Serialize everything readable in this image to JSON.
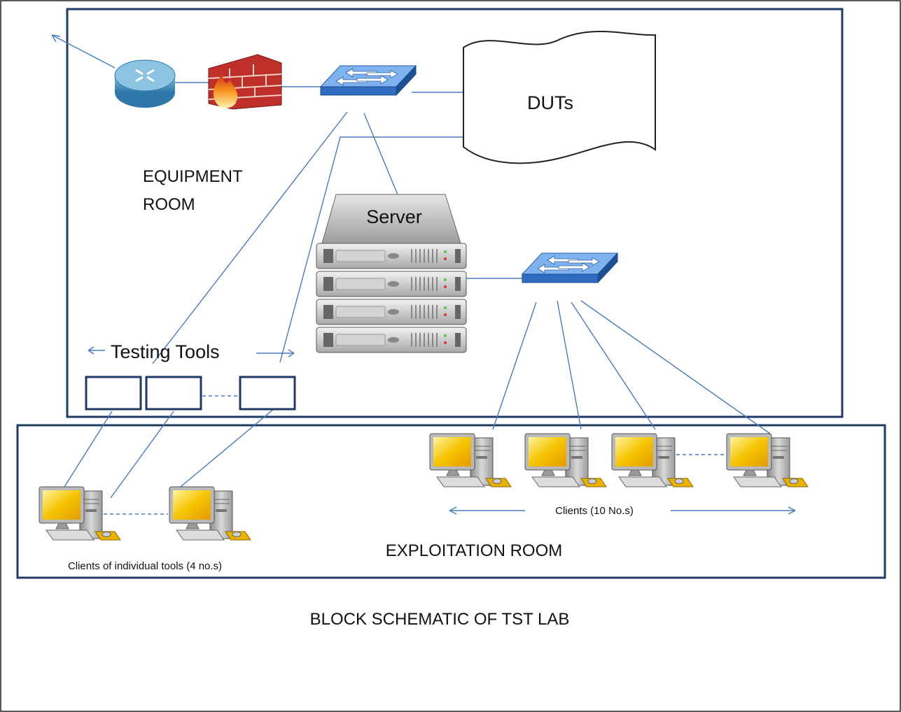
{
  "labels": {
    "equipment_room_line1": "EQUIPMENT",
    "equipment_room_line2": "ROOM",
    "duts": "DUTs",
    "server": "Server",
    "testing_tools": "Testing Tools",
    "clients_10": "Clients (10 No.s)",
    "clients_tools": "Clients of individual tools (4 no.s)",
    "exploitation_room": "EXPLOITATION ROOM",
    "title": "BLOCK SCHEMATIC OF TST LAB"
  },
  "colors": {
    "frame": "#1f3864",
    "link": "#4a7ab8",
    "switch_top": "#6fa6e6",
    "switch_side": "#1f5fb0",
    "router": "#3f8fbf",
    "firewall_brick": "#d0342c",
    "flame": "#f39a1e",
    "monitor_screen": "#f5c400",
    "server_body": "#c8c8c8"
  },
  "icons": {
    "router": "router-icon",
    "firewall": "firewall-icon",
    "switch": "network-switch-icon",
    "server": "server-rack-icon",
    "database": "duts-storage-icon",
    "computer": "desktop-computer-icon"
  }
}
